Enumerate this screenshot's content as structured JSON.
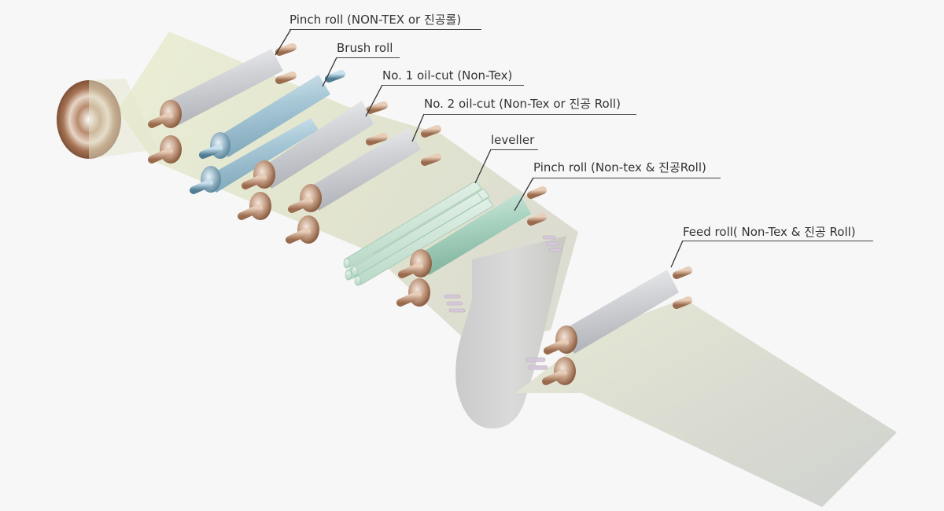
{
  "labels": {
    "pinch_roll_1": "Pinch roll (NON-TEX or 진공롤)",
    "brush_roll": "Brush roll",
    "oil_cut_1": "No. 1 oil-cut (Non-Tex)",
    "oil_cut_2": "No. 2 oil-cut (Non-Tex or 진공 Roll)",
    "leveller": "leveller",
    "pinch_roll_2": "Pinch roll (Non-tex &  진공Roll)",
    "feed_roll": "Feed roll( Non-Tex & 진공 Roll)"
  },
  "colors": {
    "background": "#f7f7f7",
    "strip": "#e8ead2",
    "roll_body": "#dadcdf",
    "brush_roll": "#a9c9d8",
    "leveller": "#c9e4d4",
    "pinch_roll_2": "#a7d2bf",
    "roll_end": "#b5876a",
    "coil": "#9b6a4a",
    "leader_line": "#333333"
  }
}
